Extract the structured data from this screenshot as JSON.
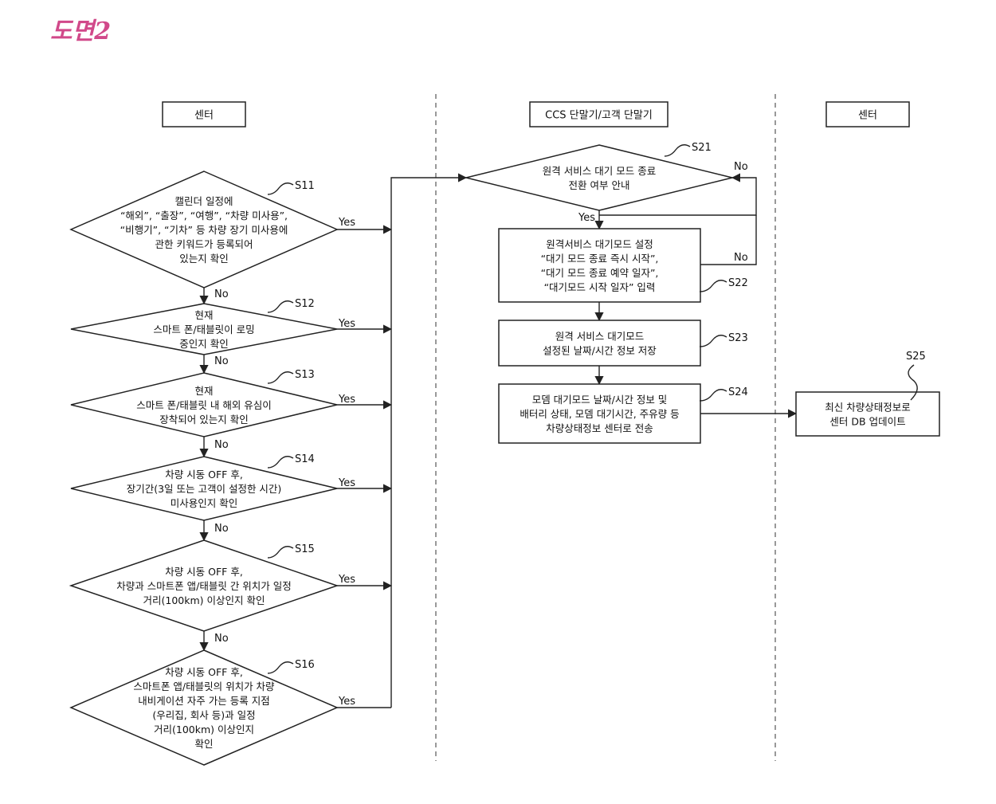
{
  "figure_title": "도면2",
  "lanes": [
    {
      "key": "center_left",
      "label": "센터"
    },
    {
      "key": "ccs",
      "label": "CCS 단말기/고객 단말기"
    },
    {
      "key": "center_right",
      "label": "센터"
    }
  ],
  "nodes": {
    "s11": {
      "step": "S11",
      "lines": [
        "캘린더 일정에",
        "“해외”, “출장”, “여행”, “차량 미사용”,",
        "“비행기”, “기차” 등 차량 장기 미사용에",
        "관한 키워드가 등록되어",
        "있는지 확인"
      ]
    },
    "s12": {
      "step": "S12",
      "lines": [
        "현재",
        "스마트 폰/태블릿이 로밍",
        "중인지 확인"
      ]
    },
    "s13": {
      "step": "S13",
      "lines": [
        "현재",
        "스마트 폰/태블릿 내 해외 유심이",
        "장착되어 있는지 확인"
      ]
    },
    "s14": {
      "step": "S14",
      "lines": [
        "차량 시동 OFF 후,",
        "장기간(3일 또는 고객이 설정한 시간)",
        "미사용인지 확인"
      ]
    },
    "s15": {
      "step": "S15",
      "lines": [
        "차량 시동 OFF 후,",
        "차량과 스마트폰 앱/태블릿 간 위치가 일정",
        "거리(100km) 이상인지 확인"
      ]
    },
    "s16": {
      "step": "S16",
      "lines": [
        "차량 시동 OFF 후,",
        "스마트폰 앱/태블릿의 위치가 차량",
        "내비게이션 자주 가는 등록 지점",
        "(우리집, 회사 등)과 일정",
        "거리(100km) 이상인지",
        "확인"
      ]
    },
    "s21": {
      "step": "S21",
      "lines": [
        "원격 서비스 대기 모드 종료",
        "전환 여부 안내"
      ]
    },
    "s22": {
      "step": "S22",
      "lines": [
        "원격서비스 대기모드 설정",
        "“대기 모드 종료 즉시 시작”,",
        "“대기 모드 종료 예약 일자”,",
        "“대기모드 시작 일자” 입력"
      ]
    },
    "s23": {
      "step": "S23",
      "lines": [
        "원격 서비스 대기모드",
        "설정된 날짜/시간 정보 저장"
      ]
    },
    "s24": {
      "step": "S24",
      "lines": [
        "모뎀 대기모드 날짜/시간 정보 및",
        "배터리 상태, 모뎀 대기시간, 주유량 등",
        "차량상태정보 센터로 전송"
      ]
    },
    "s25": {
      "step": "S25",
      "lines": [
        "최신 차량상태정보로",
        "센터 DB 업데이트"
      ]
    }
  },
  "edge_labels": {
    "yes": "Yes",
    "no": "No"
  }
}
